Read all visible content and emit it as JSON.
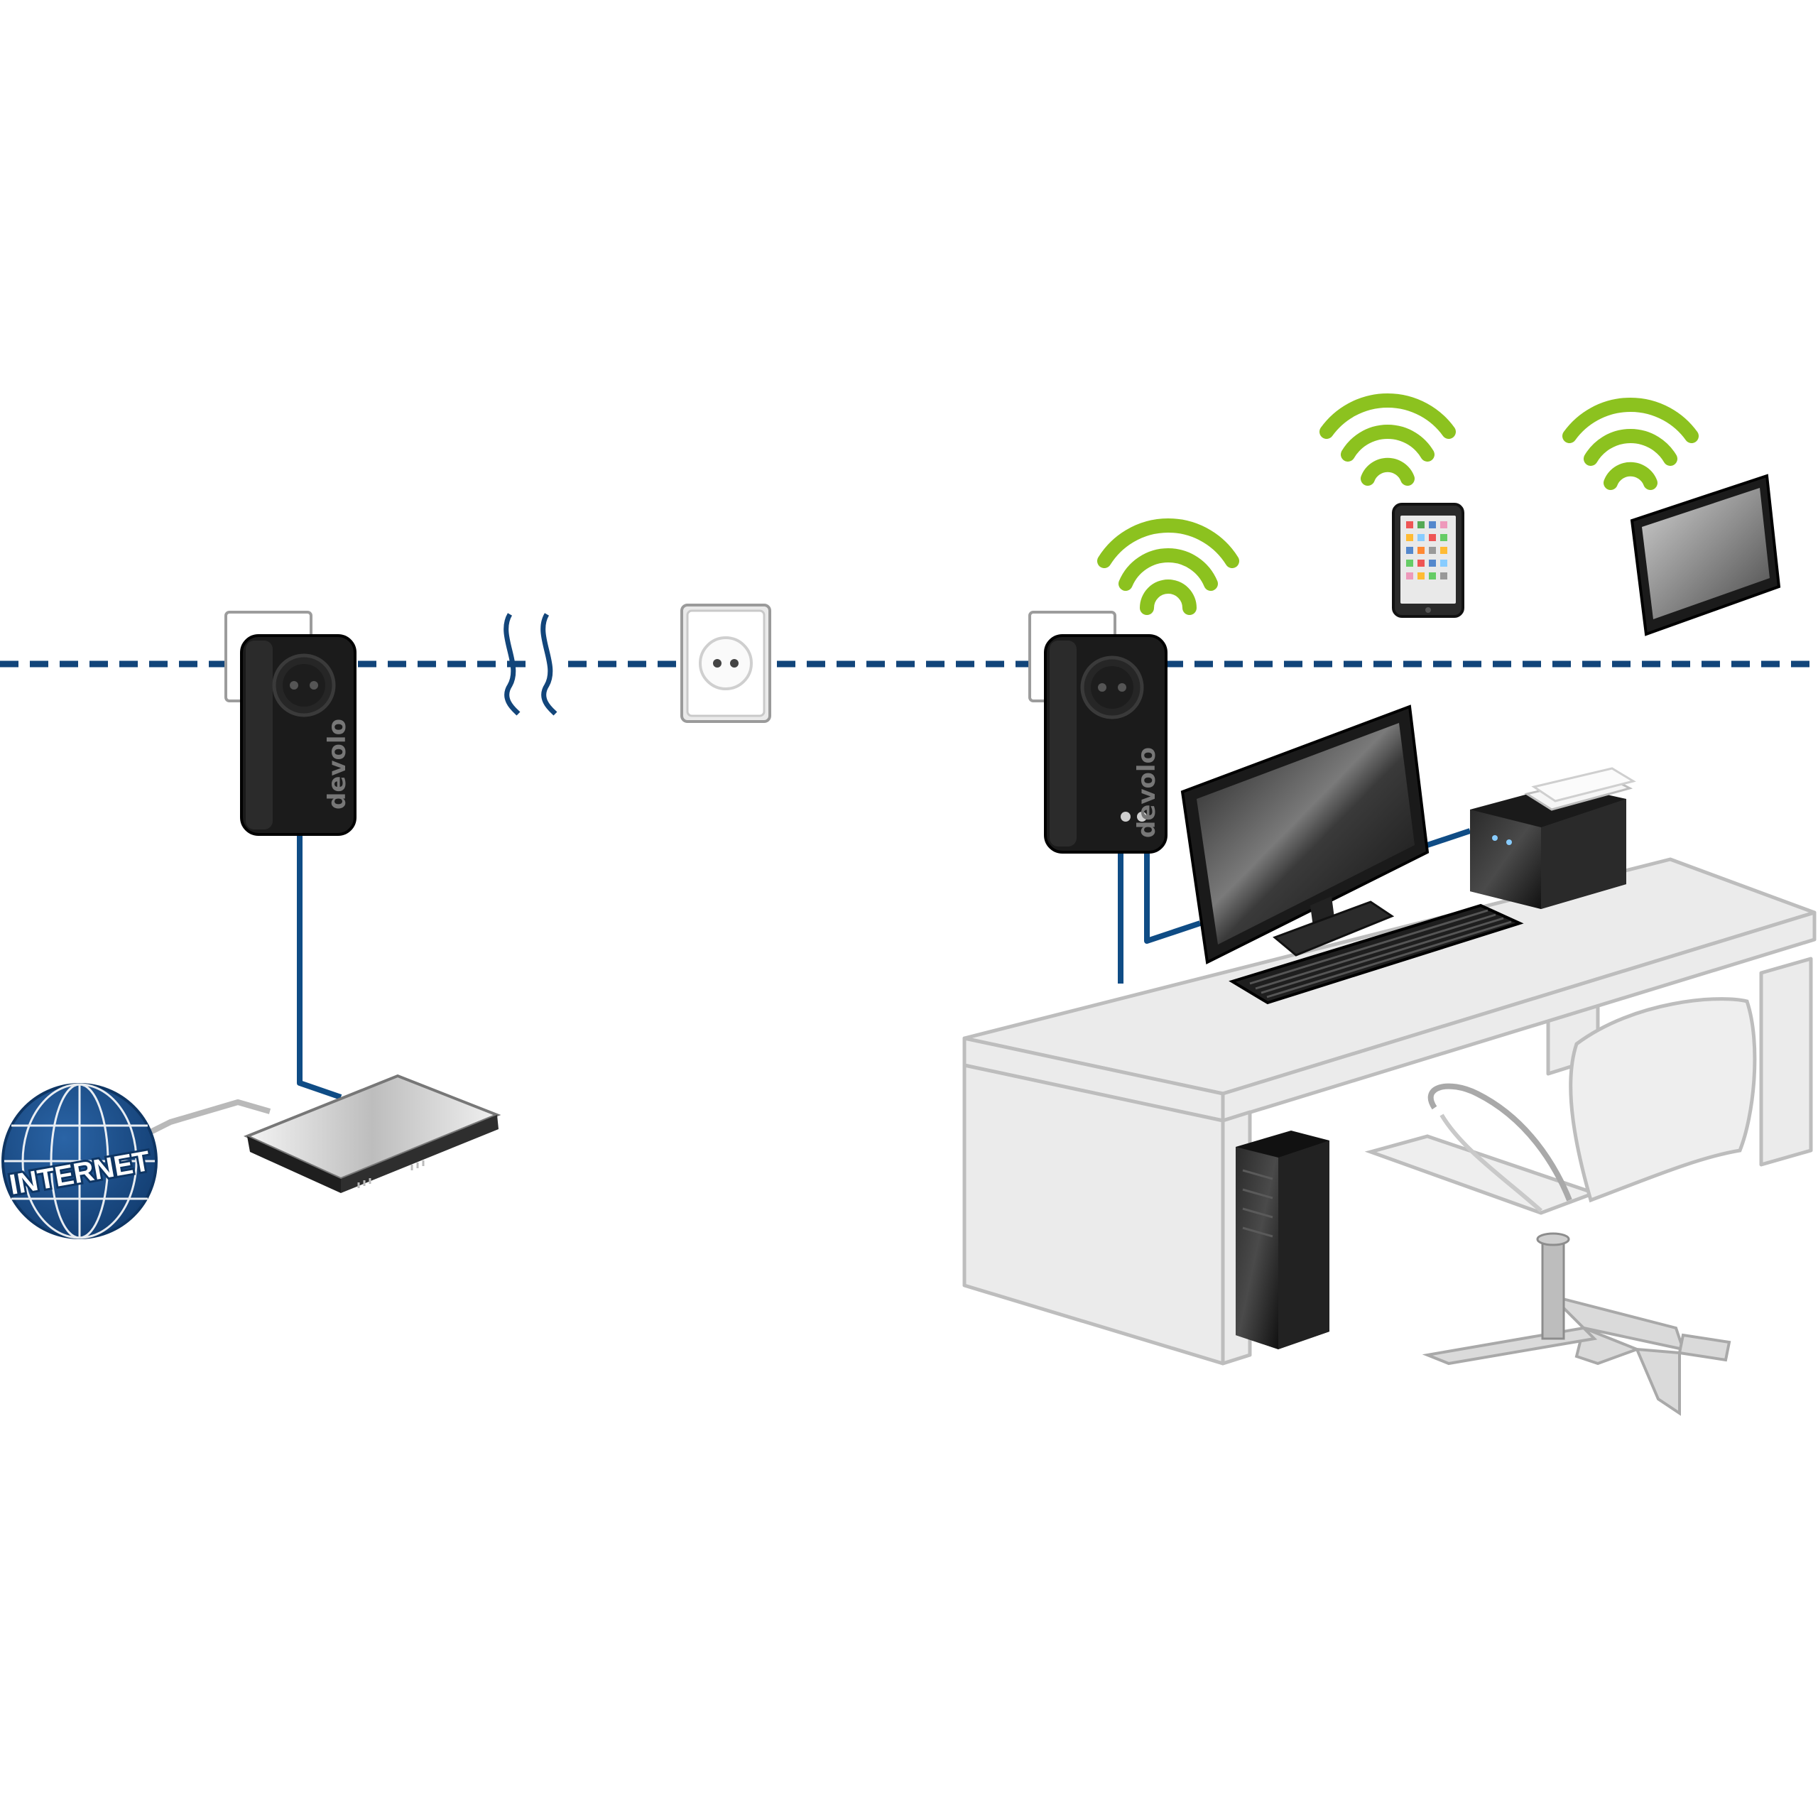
{
  "globe": {
    "label": "INTERNET"
  },
  "adapters": [
    {
      "brand": "devolo"
    },
    {
      "brand": "devolo"
    }
  ],
  "colors": {
    "powerline": "#12457a",
    "cable_blue": "#0f4c85",
    "cable_grey": "#b9b9b9",
    "wifi_green": "#8cc21f",
    "globe_blue": "#1a4f8c",
    "adapter_black": "#1b1b1b",
    "furniture_grey": "#d3d3d3"
  },
  "icons": [
    "internet-globe-icon",
    "router-icon",
    "powerline-adapter-icon",
    "wall-socket-icon",
    "wifi-icon",
    "smartphone-icon",
    "tablet-icon",
    "monitor-icon",
    "keyboard-icon",
    "printer-icon",
    "pc-tower-icon",
    "desk-icon",
    "office-chair-icon"
  ]
}
